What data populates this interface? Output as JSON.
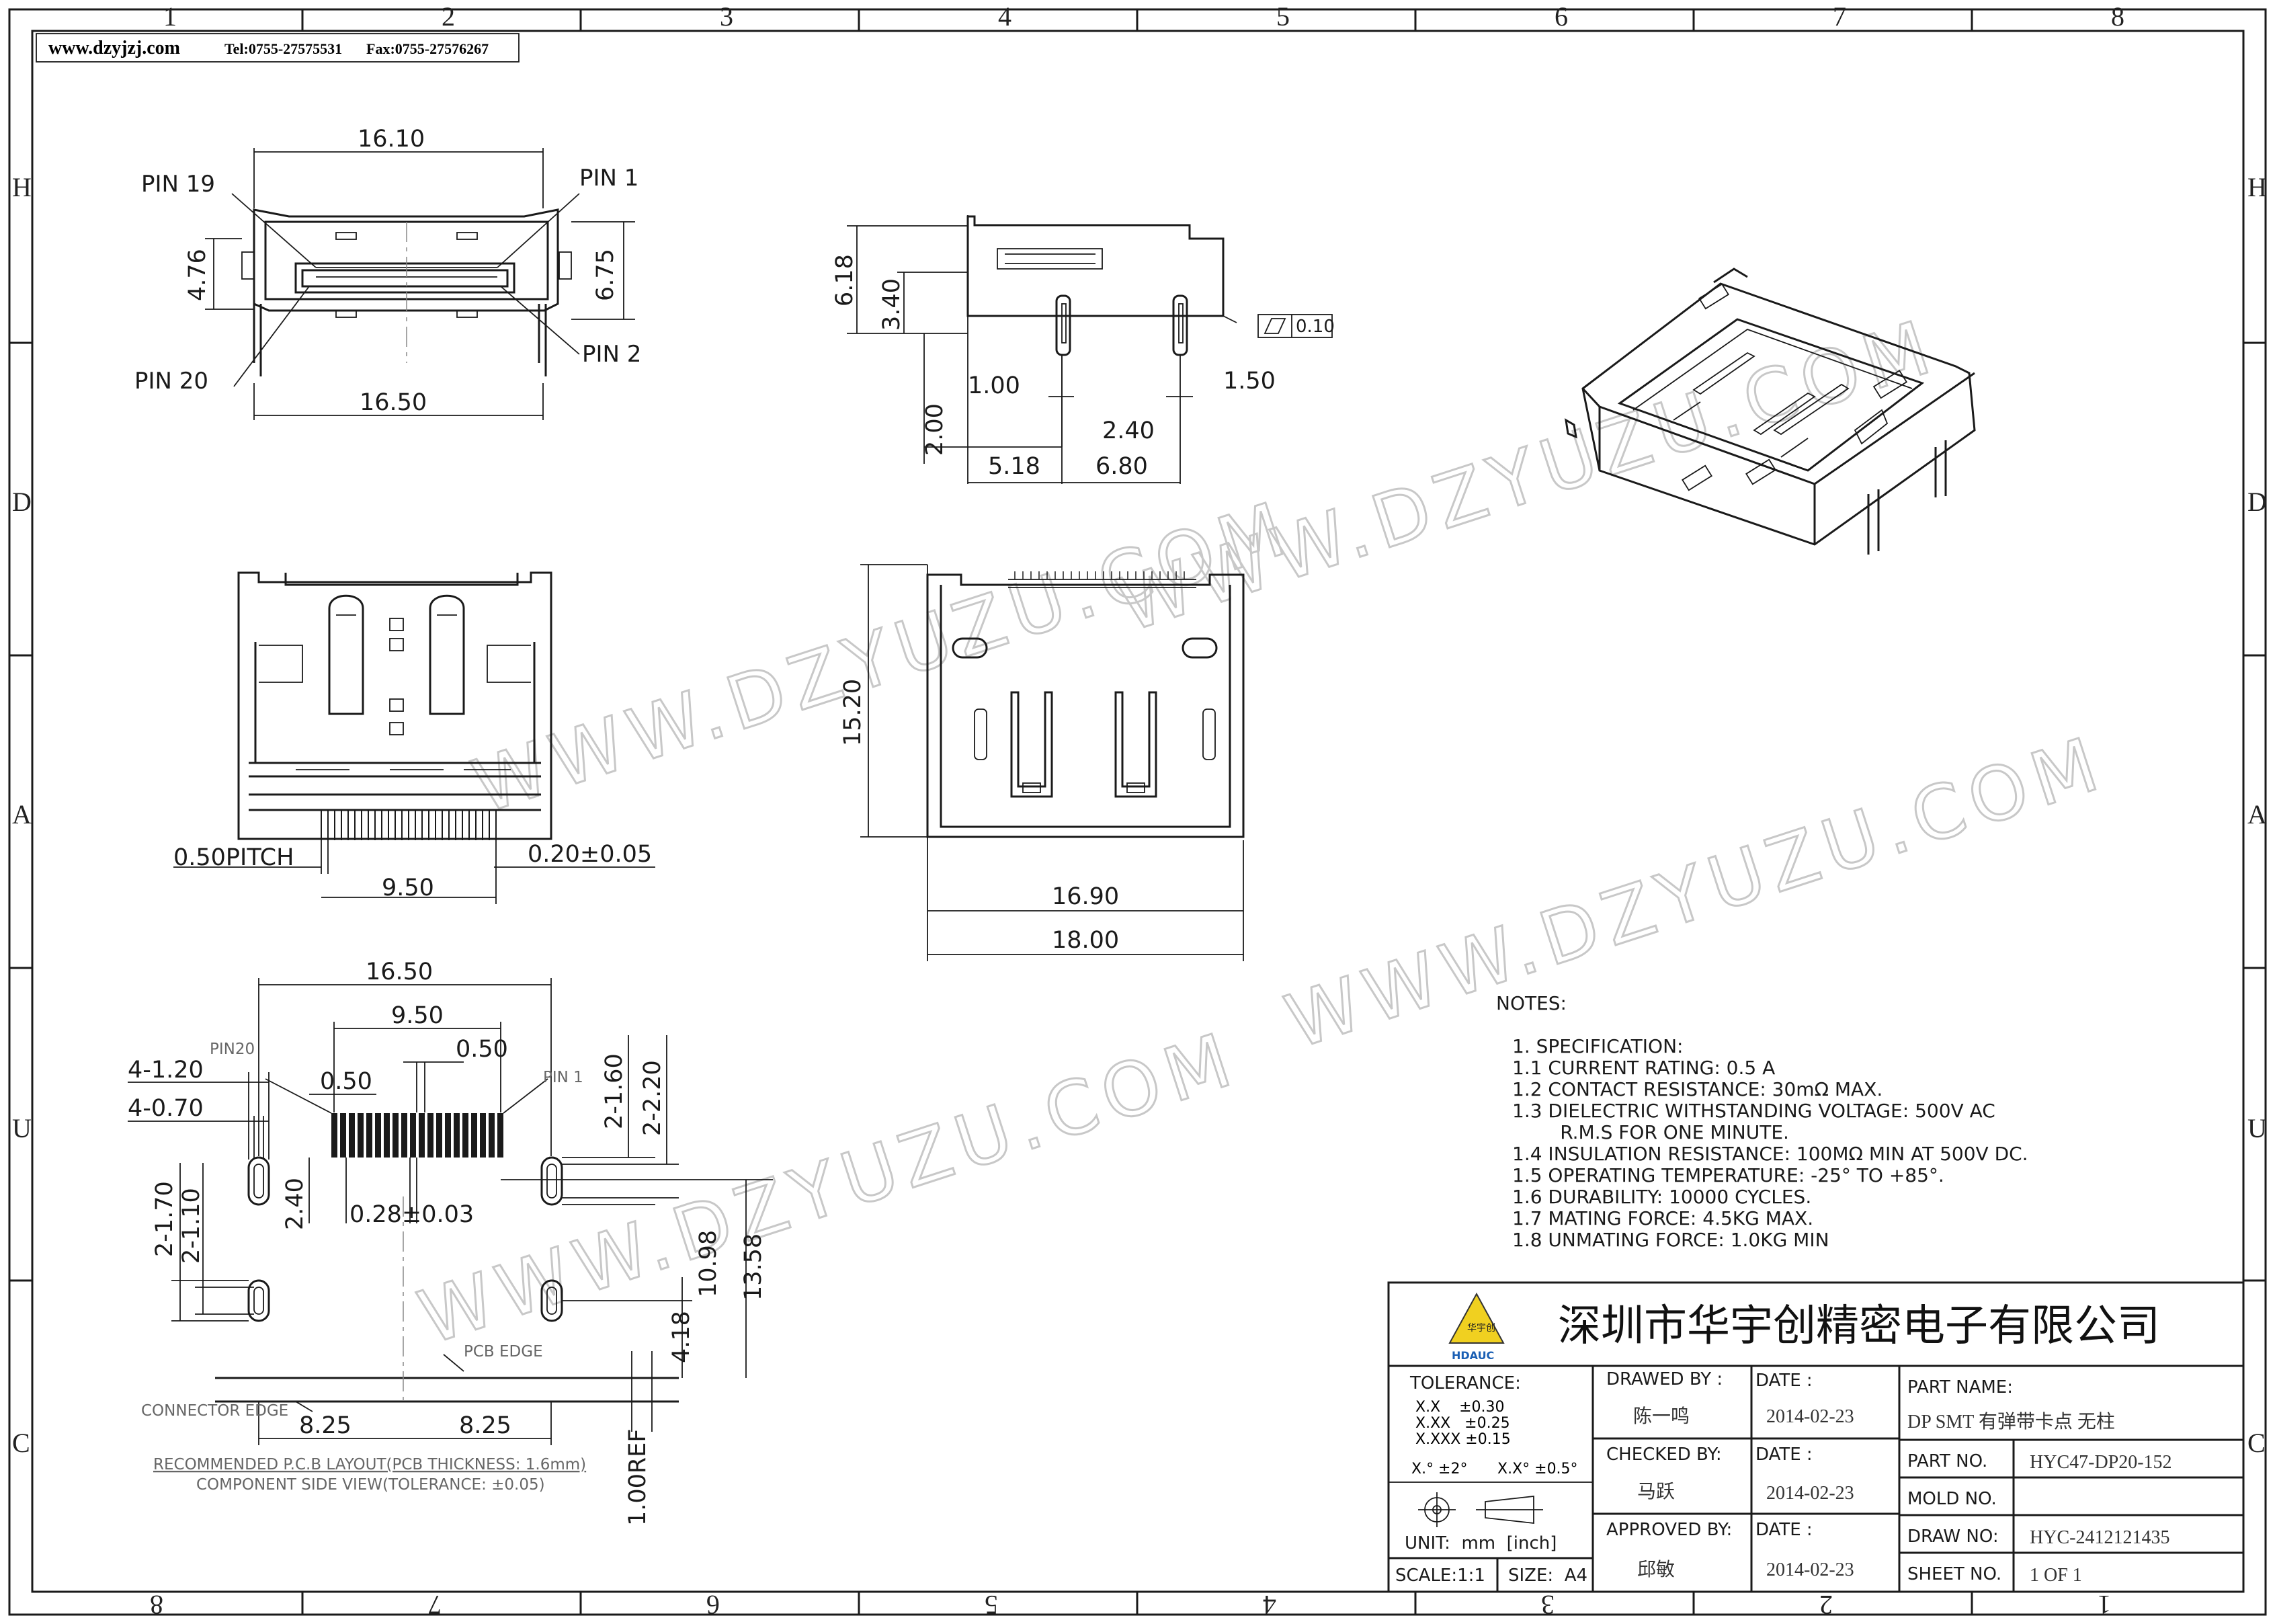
{
  "header": {
    "website": "www.dzyjzj.com",
    "tel": "Tel:0755-27575531",
    "fax": "Fax:0755-27576267"
  },
  "grid": {
    "columns": [
      "1",
      "2",
      "3",
      "4",
      "5",
      "6",
      "7",
      "8"
    ],
    "rows_left": [
      "H",
      "D",
      "A",
      "U",
      "C"
    ],
    "rows_right": [
      "H",
      "D",
      "A",
      "U",
      "C"
    ]
  },
  "watermark": "WWW.DZYUZU.COM",
  "front_view": {
    "pin19": "PIN 19",
    "pin1": "PIN 1",
    "pin20": "PIN 20",
    "pin2": "PIN 2",
    "dim_top": "16.10",
    "dim_bottom": "16.50",
    "dim_left": "4.76",
    "dim_right": "6.75"
  },
  "side_view": {
    "dim_618": "6.18",
    "dim_340": "3.40",
    "dim_200": "2.00",
    "dim_100": "1.00",
    "dim_240": "2.40",
    "dim_150": "1.50",
    "dim_518": "5.18",
    "dim_680": "6.80",
    "flatness": "0.10"
  },
  "bottom_view": {
    "pitch": "0.50PITCH",
    "width": "9.50",
    "tol": "0.20±0.05"
  },
  "top_view": {
    "height": "15.20",
    "inner": "16.90",
    "outer": "18.00"
  },
  "pcb_layout": {
    "w1650": "16.50",
    "w950": "9.50",
    "w050a": "0.50",
    "w050b": "0.50",
    "d4120": "4-1.20",
    "d4070": "4-0.70",
    "d2170": "2-1.70",
    "d2110": "2-1.10",
    "d240": "2.40",
    "d028": "0.28±0.03",
    "d2160": "2-1.60",
    "d2220": "2-2.20",
    "d1098": "10.98",
    "d1358": "13.58",
    "d418": "4.18",
    "d825a": "8.25",
    "d825b": "8.25",
    "d100ref": "1.00REF",
    "pin20": "PIN20",
    "pin1": "PIN 1",
    "pcb_edge": "PCB EDGE",
    "conn_edge": "CONNECTOR EDGE",
    "caption1": "RECOMMENDED P.C.B LAYOUT(PCB THICKNESS: 1.6mm)",
    "caption2": "COMPONENT SIDE VIEW(TOLERANCE: ±0.05)"
  },
  "notes": {
    "title": "NOTES:",
    "lines": [
      "1.  SPECIFICATION:",
      "1.1  CURRENT RATING: 0.5 A",
      "1.2  CONTACT RESISTANCE: 30mΩ MAX.",
      "1.3  DIELECTRIC WITHSTANDING VOLTAGE: 500V AC",
      "        R.M.S FOR ONE MINUTE.",
      "1.4  INSULATION RESISTANCE: 100MΩ MIN AT 500V DC.",
      "1.5  OPERATING TEMPERATURE: -25° TO +85°.",
      "1.6  DURABILITY: 10000 CYCLES.",
      "1.7  MATING FORCE: 4.5KG MAX.",
      "1.8  UNMATING FORCE: 1.0KG MIN"
    ]
  },
  "title_block": {
    "company": "深圳市华宇创精密电子有限公司",
    "logo_cn": "华宇创",
    "logo_en": "HDAUC",
    "tolerance": "TOLERANCE:",
    "tol_x": "X.X    ±0.30",
    "tol_xx": "X.XX   ±0.25",
    "tol_xxx": "X.XXX ±0.15",
    "tol_ang1": "X.° ±2°",
    "tol_ang2": "X.X° ±0.5°",
    "unit": "UNIT:  mm  [inch]",
    "scale": "SCALE:1:1",
    "size": "SIZE:  A4",
    "drawed_by": "DRAWED BY :",
    "drawer": "陈一鸣",
    "checked_by": "CHECKED BY:",
    "checker": "马跃",
    "approved_by": "APPROVED BY:",
    "approver": "邱敏",
    "date_label": "DATE :",
    "date1": "2014-02-23",
    "date2": "2014-02-23",
    "date3": "2014-02-23",
    "part_name_label": "PART NAME:",
    "part_name": "DP SMT 有弹带卡点 无柱",
    "part_no_label": "PART NO.",
    "part_no": "HYC47-DP20-152",
    "mold_no_label": "MOLD NO.",
    "mold_no": "",
    "draw_no_label": "DRAW NO:",
    "draw_no": "HYC-2412121435",
    "sheet_no_label": "SHEET NO.",
    "sheet_no": "1 OF 1"
  }
}
